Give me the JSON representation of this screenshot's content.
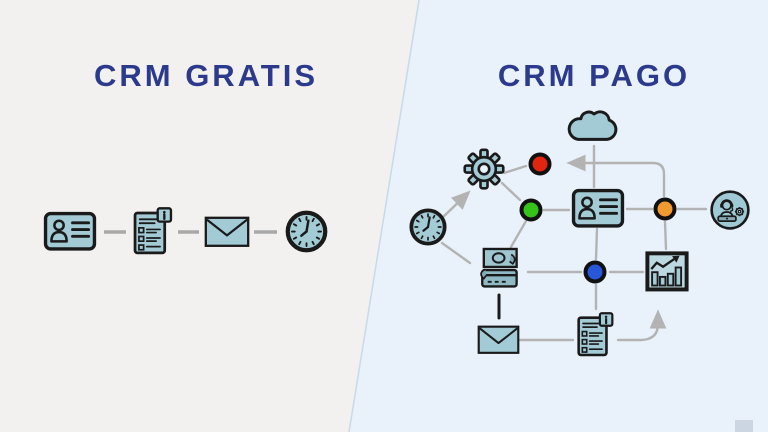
{
  "header": {
    "left_title": "CRM GRATIS",
    "right_title": "CRM PAGO",
    "title_color": "#2b3a8c"
  },
  "left_panel": {
    "background_color": "#f2f1ef",
    "flow_icons": [
      {
        "name": "contact-card-icon"
      },
      {
        "name": "checklist-info-icon"
      },
      {
        "name": "envelope-icon"
      },
      {
        "name": "clock-icon"
      }
    ]
  },
  "right_panel": {
    "background_color": "#e9f1fa",
    "network_icons": [
      {
        "name": "cloud-icon"
      },
      {
        "name": "gear-icon"
      },
      {
        "name": "clock-icon"
      },
      {
        "name": "contact-card-icon"
      },
      {
        "name": "money-payment-icon"
      },
      {
        "name": "customer-support-icon"
      },
      {
        "name": "bar-chart-icon"
      },
      {
        "name": "envelope-icon"
      },
      {
        "name": "checklist-info-icon"
      }
    ],
    "nodes": [
      {
        "name": "red-node",
        "color": "#e2250f"
      },
      {
        "name": "green-node",
        "color": "#33c319"
      },
      {
        "name": "orange-node",
        "color": "#f09a30"
      },
      {
        "name": "blue-node",
        "color": "#2857da"
      }
    ],
    "connector_color": "#b3b3b3"
  },
  "decor": {
    "icon_fill_color": "#a2cbd5",
    "icon_stroke_color": "#1a1a1a",
    "divider_color": "#c8d9ea",
    "corner_square_color": "#ccd6e2"
  }
}
